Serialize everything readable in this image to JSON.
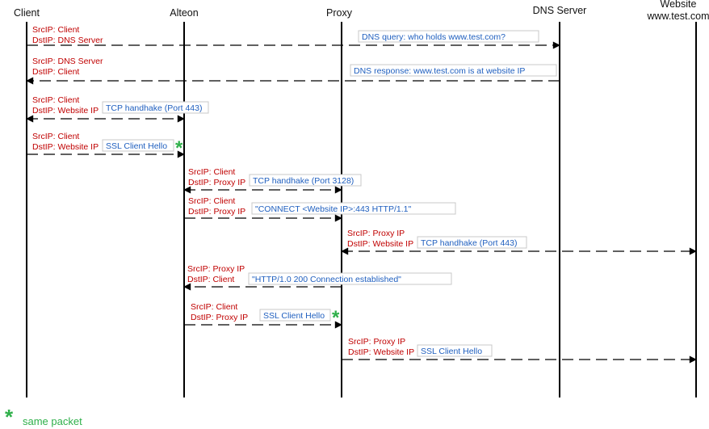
{
  "colors": {
    "lifeline": "#000000",
    "ip_text": "#c00000",
    "desc_text": "#1f5fbf",
    "desc_box": "#c8c8c8",
    "marker": "#2fb04a"
  },
  "lanes": [
    {
      "id": "client",
      "title_lines": [
        "Client"
      ]
    },
    {
      "id": "alteon",
      "title_lines": [
        "Alteon"
      ]
    },
    {
      "id": "proxy",
      "title_lines": [
        "Proxy"
      ]
    },
    {
      "id": "dns",
      "title_lines": [
        "DNS Server"
      ]
    },
    {
      "id": "website",
      "title_lines": [
        "Website",
        "www.test.com"
      ]
    }
  ],
  "messages": [
    {
      "from": "client",
      "to": "dns",
      "bidirectional": false,
      "src": "SrcIP: Client",
      "dst": "DstIP: DNS Server",
      "desc": "DNS query: who holds www.test.com?",
      "marker": false
    },
    {
      "from": "dns",
      "to": "client",
      "bidirectional": false,
      "src": "SrcIP: DNS Server",
      "dst": "DstIP: Client",
      "desc": "DNS response: www.test.com is at website IP",
      "marker": false
    },
    {
      "from": "client",
      "to": "alteon",
      "bidirectional": true,
      "src": "SrcIP: Client",
      "dst": "DstIP: Website IP",
      "desc": "TCP handhake (Port 443)",
      "marker": false
    },
    {
      "from": "client",
      "to": "alteon",
      "bidirectional": false,
      "src": "SrcIP: Client",
      "dst": "DstIP: Website IP",
      "desc": "SSL Client Hello",
      "marker": true
    },
    {
      "from": "alteon",
      "to": "proxy",
      "bidirectional": true,
      "src": "SrcIP: Client",
      "dst": "DstIP: Proxy IP",
      "desc": "TCP handhake (Port 3128)",
      "marker": false
    },
    {
      "from": "alteon",
      "to": "proxy",
      "bidirectional": false,
      "src": "SrcIP: Client",
      "dst": "DstIP: Proxy IP",
      "desc": "\"CONNECT <Website IP>:443 HTTP/1.1\"",
      "marker": false
    },
    {
      "from": "proxy",
      "to": "website",
      "bidirectional": true,
      "src": "SrcIP: Proxy IP",
      "dst": "DstIP: Website IP",
      "desc": "TCP handhake (Port 443)",
      "marker": false
    },
    {
      "from": "proxy",
      "to": "alteon",
      "bidirectional": false,
      "src": "SrcIP: Proxy IP",
      "dst": "DstIP: Client",
      "desc": "\"HTTP/1.0 200 Connection established\"",
      "marker": false
    },
    {
      "from": "alteon",
      "to": "proxy",
      "bidirectional": false,
      "src": "SrcIP: Client",
      "dst": "DstIP: Proxy IP",
      "desc": "SSL Client Hello",
      "marker": true
    },
    {
      "from": "proxy",
      "to": "website",
      "bidirectional": false,
      "src": "SrcIP: Proxy IP",
      "dst": "DstIP: Website IP",
      "desc": "SSL Client Hello",
      "marker": false
    }
  ],
  "legend": {
    "symbol": "*",
    "label": "same packet"
  }
}
